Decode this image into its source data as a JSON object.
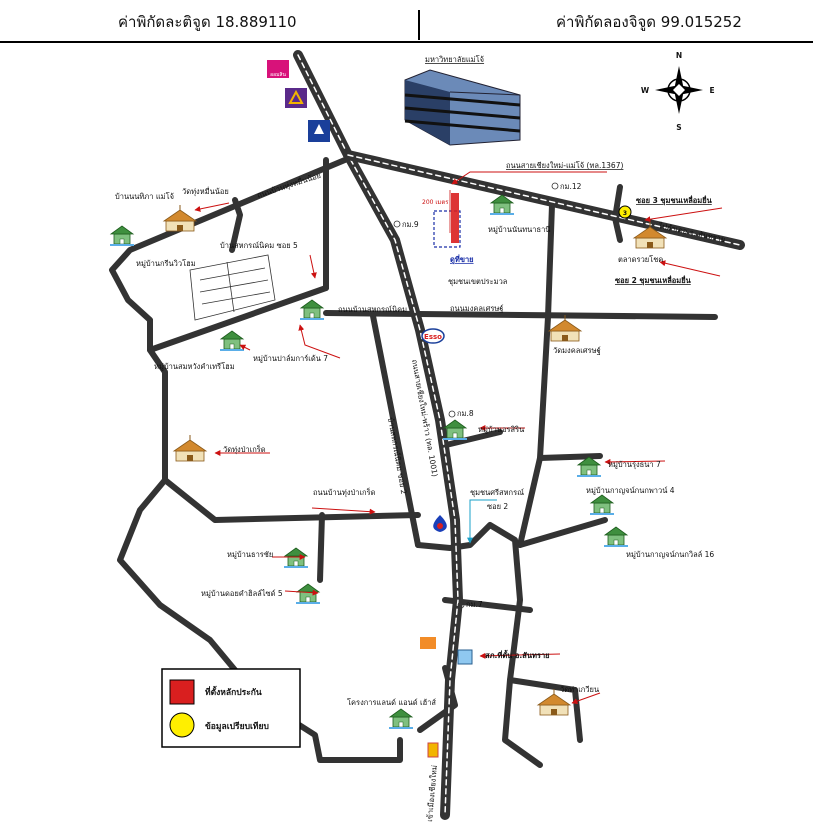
{
  "header": {
    "lat_label": "ค่าพิกัดละติจูด 18.889110",
    "lon_label": "ค่าพิกัดลองจิจูด 99.015252"
  },
  "compass": {
    "n": "N",
    "s": "S",
    "e": "E",
    "w": "W"
  },
  "labels": {
    "university": "มหาวิทยาลัยแม่โจ้",
    "hwy1367": "ถนนสายเชียงใหม่-แม่โจ้ (ทล.1367)",
    "km12": "กม.12",
    "soi3": "ซอย 3 ชุมชนเหลื่อมยื่น",
    "to_sansai": "ไปอำเภอ จ. สันทราย",
    "market": "ตลาดรวยโชค",
    "soi2_market": "ซอย 2 ชุมชนเหลื่อมยื่น",
    "nongnoi_rd": "ถนนบ้านทุ่งหมื่นน้อย",
    "ban_nabhirom": "บ้านนนทิภา แม่โจ้",
    "wat_tungmuennoi": "วัดทุ่งหมื่นน้อย",
    "km9": "กม.9",
    "subject_bounds": "ชุมชนเขตประมวล",
    "subject": "ดูที่ขาย",
    "dist_200": "200 เมตร",
    "village_nanthana": "หมู่บ้านนันทนาธานี",
    "krinvinton": "หมู่บ้านกรีนวิวโฮม",
    "sahakorn_soi5": "บ้านสหกรณ์นิคม ซอย 5",
    "sahakorn_rd": "ถนนบ้านสหกรณ์นิคม",
    "mongkhonset_rd": "ถนนมงคลเศรษฐ์",
    "esso": "Esso",
    "wat_mongkhonset": "วัดมงคลเศรษฐ์",
    "village_palm7": "หมู่บ้านปาล์มการ์เด้น 7",
    "village_sombhong": "หมู่บ้านสมหวังคำเทรีโฮม",
    "main_road": "ถนนสายเชียงใหม่-พร้าว (ทล. 1001)",
    "sahakorn_soi2": "บ้านสหกรณ์นิคม ซอย 2",
    "km8": "กม.8",
    "village_ornsiri": "หมู่บ้านอรสิริน",
    "wat_tungpakret": "วัดทุ่งป่าเกร็ด",
    "village_rungthana": "หมู่บ้านรุ่งธนา 7",
    "community_soi2": "ชุมชนศรีสหกรณ์",
    "soi2": "ซอย 2",
    "village_kanchanakarn4": "หมู่บ้านกาญจน์กนกพาวน์ 4",
    "tungpakret_rd": "ถนนบ้านทุ่งป่าเกร็ด",
    "village_kanchanavilla16": "หมู่บ้านกาญจน์กนกวิลล์ 16",
    "village_tharachai": "หมู่บ้านธารชัย",
    "village_doikham5": "หมู่บ้านดอยคำฮิลล์ไซด์ 5",
    "km7": "กม.7",
    "police": "สภ.ที่ตั้น อ.สันทราย",
    "wat_thakwian": "วัดท่าเกวียน",
    "project_land": "โครงการแลนด์ แอนด์ เฮ้าส์",
    "to_chiangmai": "เข้าเมืองเชียงใหม่",
    "circle_num": "3",
    "logo_ombin": "ออมสิน"
  },
  "legend": {
    "item1": "ที่ตั้งหลักประกัน",
    "item2": "ข้อมูลเปรียบเทียบ",
    "item1_color": "#d91f1f",
    "item2_color": "#ffef00"
  },
  "colors": {
    "road": "#333333",
    "highway_dash": "#ffffff",
    "arrow": "#cc1111",
    "subject_box": "#1a2fa8"
  }
}
